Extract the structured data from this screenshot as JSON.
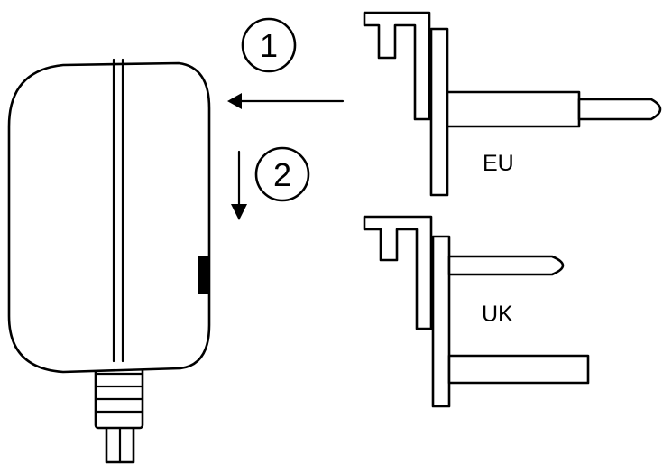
{
  "steps": [
    {
      "number": "1",
      "direction": "left"
    },
    {
      "number": "2",
      "direction": "down"
    }
  ],
  "plugs": [
    {
      "label": "EU"
    },
    {
      "label": "UK"
    }
  ],
  "colors": {
    "line": "#000000",
    "background": "#ffffff"
  }
}
